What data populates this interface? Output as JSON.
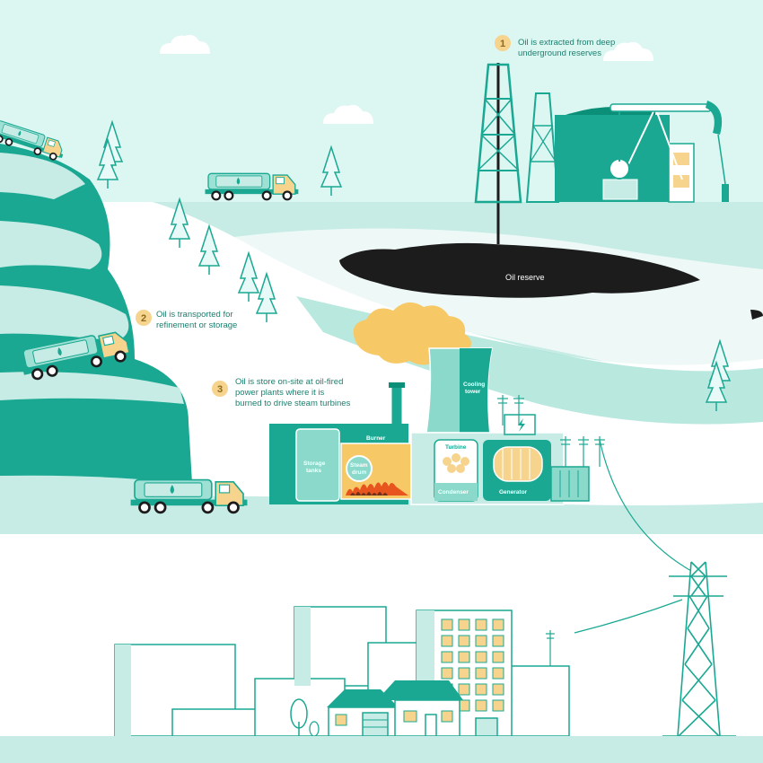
{
  "colors": {
    "sky": "#dcf6f2",
    "light_ground": "#c6ece5",
    "mid_teal": "#8ad9ca",
    "teal": "#1aa892",
    "dark_teal": "#0c8f78",
    "line": "#1aa892",
    "oil": "#1c1c1c",
    "smoke": "#f6c866",
    "window": "#f6d48e",
    "badge": "#f6d48e"
  },
  "steps": [
    {
      "number": "1",
      "line1": "Oil is extracted from deep",
      "line2": "underground reserves",
      "line3": ""
    },
    {
      "number": "2",
      "line1": "Oil is transported for",
      "line2": "refinement or storage",
      "line3": ""
    },
    {
      "number": "3",
      "line1": "Oil is store on-site at oil-fired",
      "line2": "power plants where it is",
      "line3": "burned to drive steam turbines"
    }
  ],
  "labels": {
    "oil_reserve": "Oil reserve",
    "cooling_tower_1": "Cooling",
    "cooling_tower_2": "tower",
    "burner": "Burner",
    "storage_1": "Storage",
    "storage_2": "tanks",
    "steam_1": "Steam",
    "steam_2": "drum",
    "turbine": "Turbine",
    "condenser": "Condenser",
    "generator": "Generator"
  },
  "icons": {
    "tanker_truck": "tanker-truck-icon",
    "derrick": "oil-derrick-icon",
    "pumpjack": "pumpjack-icon",
    "transmission_tower": "transmission-tower-icon",
    "tree": "pine-tree-icon",
    "cloud": "cloud-icon",
    "lightning": "lightning-icon"
  }
}
